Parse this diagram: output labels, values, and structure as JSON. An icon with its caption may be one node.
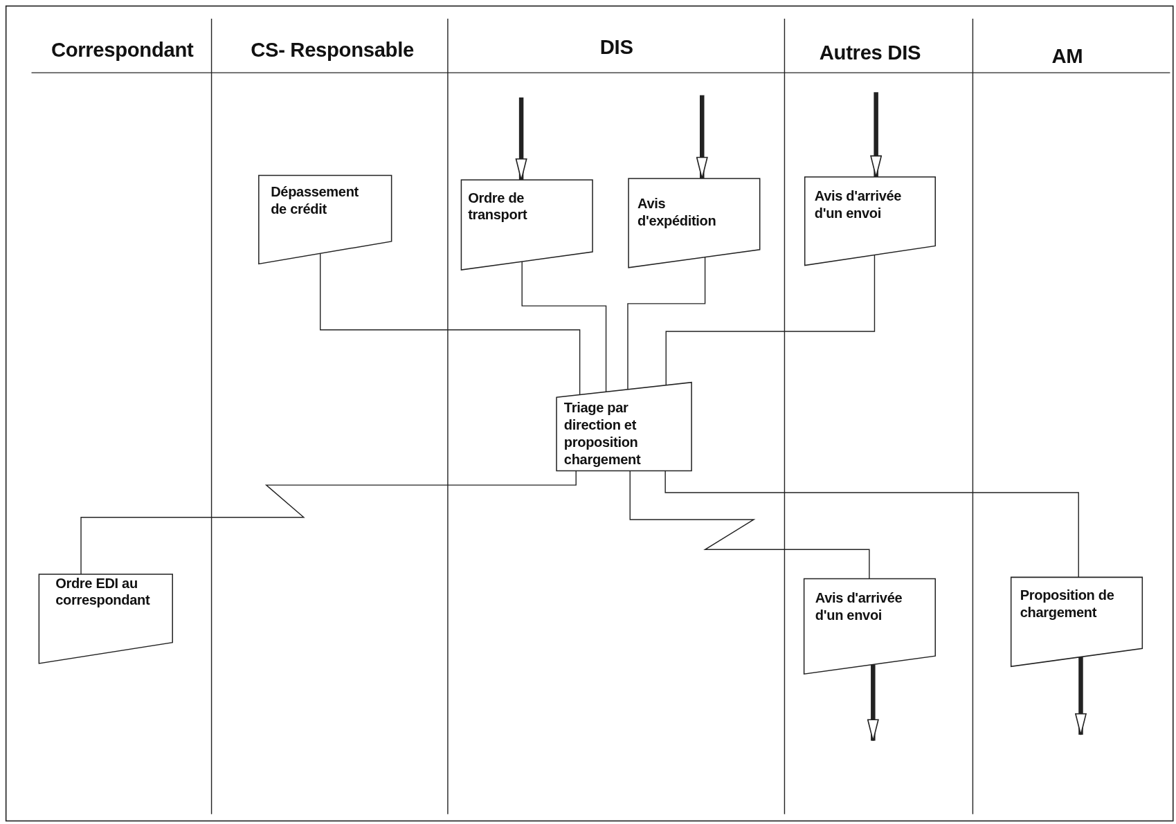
{
  "diagram": {
    "nodes": [
      {
        "text": [
          "Dépassement de crédit"
        ]
      },
      {
        "text": [
          "Ordre de transport"
        ]
      },
      {
        "text": [
          "Avis d'expédition"
        ]
      },
      {
        "text": [
          "Avis d'arrivée d'un envoi"
        ]
      },
      {
        "text": [
          "Triage par direction et proposition chargement"
        ]
      },
      {
        "text": [
          "Ordre EDI au correspondant"
        ]
      },
      {
        "text": [
          "Avis d'arrivée d'un envoi"
        ]
      },
      {
        "text": [
          "Proposition de chargement"
        ]
      }
    ],
    "edges": [
      {
        "from": null,
        "to": 1,
        "arrow": "to",
        "style": "thick"
      },
      {
        "from": null,
        "to": 2,
        "arrow": "to",
        "style": "thick"
      },
      {
        "from": null,
        "to": 3,
        "arrow": "to",
        "style": "thick"
      },
      {
        "from": 0,
        "to": 4,
        "arrow": "none"
      },
      {
        "from": 1,
        "to": 4,
        "arrow": "none"
      },
      {
        "from": 2,
        "to": 4,
        "arrow": "none"
      },
      {
        "from": 3,
        "to": 4,
        "arrow": "none"
      },
      {
        "from": 4,
        "to": 5,
        "arrow": "none"
      },
      {
        "from": 4,
        "to": 6,
        "arrow": "none"
      },
      {
        "from": 4,
        "to": 7,
        "arrow": "none"
      },
      {
        "from": 6,
        "to": null,
        "arrow": "to",
        "style": "thick"
      },
      {
        "from": 7,
        "to": null,
        "arrow": "to",
        "style": "thick"
      }
    ],
    "labels": [
      "Correspondant",
      "CS- Responsable",
      "DIS",
      "Autres DIS",
      "AM"
    ]
  }
}
